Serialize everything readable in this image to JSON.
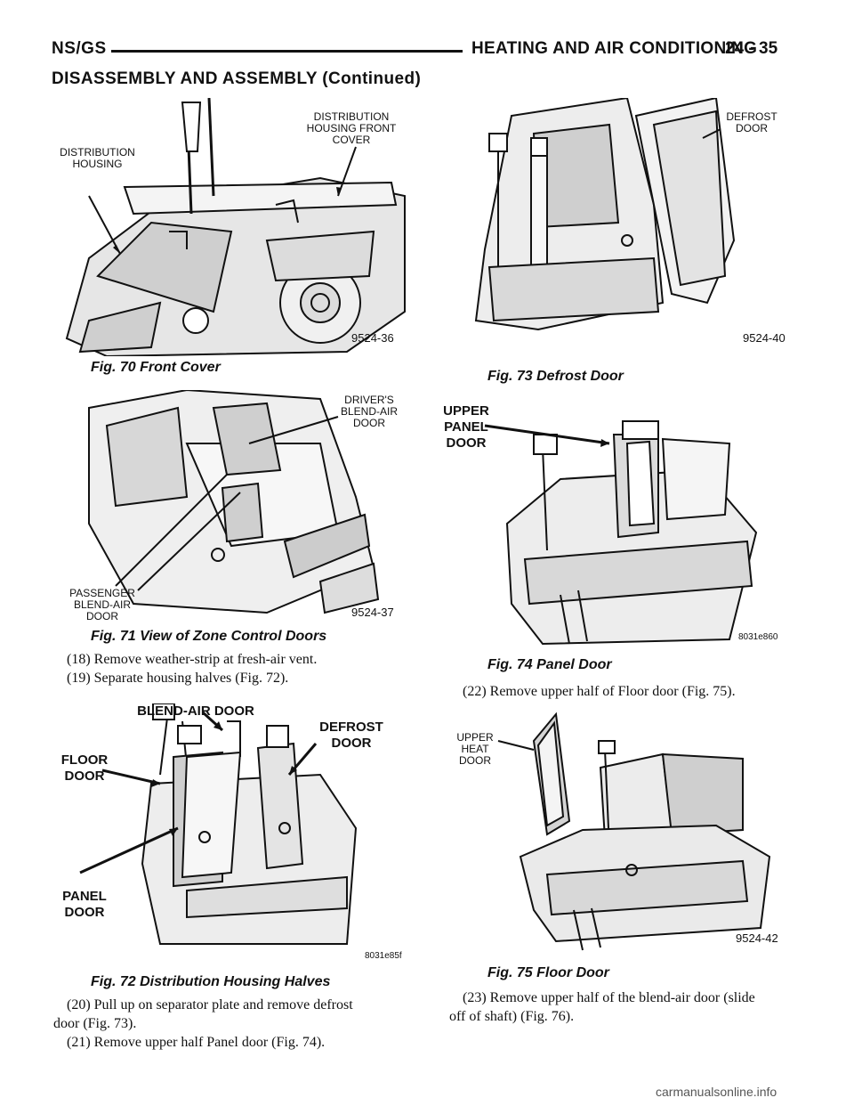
{
  "header": {
    "left": "NS/GS",
    "title": "HEATING AND AIR CONDITIONING",
    "page": "24 - 35"
  },
  "section_title": "DISASSEMBLY AND ASSEMBLY (Continued)",
  "figures": {
    "fig70": {
      "caption": "Fig. 70 Front Cover",
      "label_housing": "DISTRIBUTION HOUSING",
      "label_cover": "DISTRIBUTION HOUSING FRONT COVER",
      "code": "9524-36"
    },
    "fig71": {
      "caption": "Fig. 71 View of Zone Control Doors",
      "label_driver": "DRIVER'S BLEND-AIR DOOR",
      "label_passenger": "PASSENGER BLEND-AIR DOOR",
      "code": "9524-37"
    },
    "fig72": {
      "caption": "Fig. 72 Distribution Housing Halves",
      "label_blend": "BLEND-AIR DOOR",
      "label_defrost": "DEFROST DOOR",
      "label_floor": "FLOOR DOOR",
      "label_panel": "PANEL DOOR",
      "code": "8031e85f"
    },
    "fig73": {
      "caption": "Fig. 73 Defrost Door",
      "label_defrost": "DEFROST DOOR",
      "code": "9524-40"
    },
    "fig74": {
      "caption": "Fig. 74 Panel Door",
      "label_upper_panel": "UPPER PANEL DOOR",
      "code": "8031e860"
    },
    "fig75": {
      "caption": "Fig. 75 Floor Door",
      "label_upper_heat": "UPPER HEAT DOOR",
      "code": "9524-42"
    }
  },
  "left_column": {
    "step18": "(18) Remove weather-strip at fresh-air vent.",
    "step19": "(19) Separate housing halves (Fig. 72).",
    "step20_line1": "(20) Pull up on separator plate and remove defrost",
    "step20_line2": "door (Fig. 73).",
    "step21": "(21) Remove upper half Panel door (Fig. 74)."
  },
  "right_column": {
    "step22": "(22) Remove upper half of Floor door (Fig. 75).",
    "step23_line1": "(23) Remove upper half of the blend-air door (slide",
    "step23_line2": "off of shaft) (Fig. 76)."
  },
  "watermark": "carmanualsonline.info"
}
